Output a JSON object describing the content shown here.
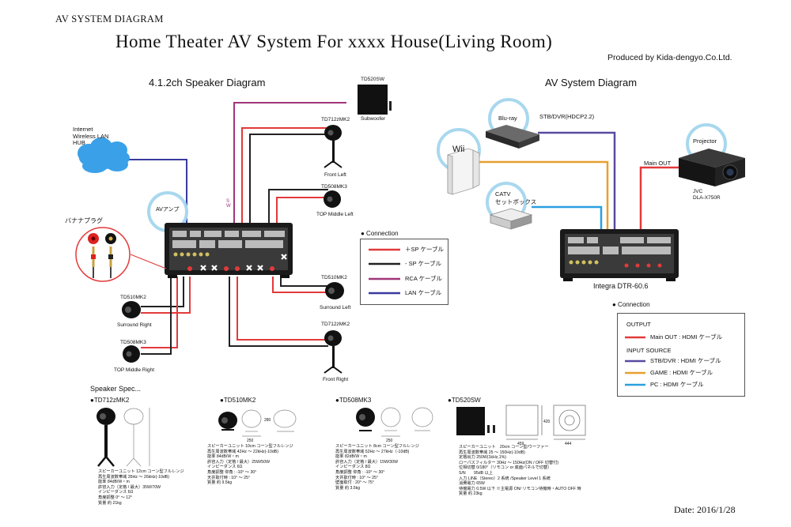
{
  "header": {
    "top_label": "AV SYSTEM DIAGRAM",
    "title": "Home Theater AV System For xxxx House(Living Room)",
    "produced_by": "Produced by Kida-dengyo.Co.Ltd.",
    "date": "Date:  2016/1/28"
  },
  "speaker_diagram": {
    "title": "4.1.2ch  Speaker Diagram",
    "internet": "Internet\nWireless LAN\nHUB",
    "av_amp": "AVアンプ",
    "banana": "バナナプラグ",
    "sw": "SW",
    "speakers": {
      "subwoofer_model": "TD520SW",
      "subwoofer_name": "Subwoofer",
      "front_left_model": "TD712zMK2",
      "front_left_name": "Front Left",
      "top_middle_left_model": "TD508MK3",
      "top_middle_left_name": "TOP Middle Left",
      "surround_left_model": "TD510MK2",
      "surround_left_name": "Surround Left",
      "front_right_model": "TD712zMK2",
      "front_right_name": "Front Right",
      "surround_right_model": "TD510MK2",
      "surround_right_name": "Surround Right",
      "top_middle_right_model": "TD508MK3",
      "top_middle_right_name": "TOP Middle Right"
    },
    "legend": {
      "title": "● Connection",
      "items": [
        {
          "label": "＋SP ケーブル",
          "color": "#e23a3a"
        },
        {
          "label": "- SP ケーブル",
          "color": "#222222"
        },
        {
          "label": "RCA ケーブル",
          "color": "#a0357a"
        },
        {
          "label": "LAN ケーブル",
          "color": "#3a3aa0"
        }
      ]
    }
  },
  "av_diagram": {
    "title": "AV  System Diagram",
    "bluray": "Blu-ray",
    "stb_label": "STB/DVR(HDCP2.2)",
    "wii": "Wii",
    "catv": "CATV\nセットボックス",
    "projector": "Projector",
    "main_out": "Main OUT",
    "projector_model": "JVC\nDLA-X750R",
    "receiver_name": "Integra DTR-60.6",
    "legend": {
      "title": "● Connection",
      "output_header": "OUTPUT",
      "input_header": "INPUT SOURCE",
      "items": [
        {
          "label": "Main OUT : HDMI ケーブル",
          "color": "#e23a3a"
        },
        {
          "label": "STB/DVR : HDMI ケーブル",
          "color": "#5a4aa0"
        },
        {
          "label": "GAME : HDMI ケーブル",
          "color": "#e8a030"
        },
        {
          "label": "PC : HDMI ケーブル",
          "color": "#2aa0e0"
        }
      ]
    }
  },
  "specs": {
    "title": "Speaker Spec...",
    "items": [
      {
        "name": "●TD712zMK2",
        "lines": [
          "スピーカーユニット 12cm コーン型フルレンジ",
          "再生周波数帯域 35Hz ～ 26kHz(-10dB)",
          "能率 84dB/W・m",
          "許容入力（定格 / 最大）35W/70W",
          "インピーダンス 6Ω",
          "角度調整 0° ～ 12°",
          "質量 約 21kg"
        ]
      },
      {
        "name": "●TD510MK2",
        "lines": [
          "スピーカーユニット 10cm コーン型フルレンジ",
          "再生周波数帯域 42Hz ～ 22kHz(-10dB)",
          "能率 84dB/W・m",
          "許容入力（定格 / 最大）25W/50W",
          "インピーダンス 6Ω",
          "角度調整 仰角 : -10° ～ 30°",
          "天井取付時 : 10° ～ 25°",
          "質量 約 9.5kg"
        ]
      },
      {
        "name": "●TD508MK3",
        "lines": [
          "スピーカーユニット 8cm コーン型フルレンジ",
          "再生周波数帯域 52Hz ～ 27kHz（-10dB)",
          "能率 82dB/W・m",
          "許容入力（定格 / 最大）15W/30W",
          "インピーダンス 8Ω",
          "角度調整 仰角 : -10° ～ 30°",
          "天井取付時 : 10° ～ 25°",
          "壁面取付 : 20° ～ 75°",
          "質量 約 3.5kg"
        ]
      },
      {
        "name": "●TD520SW",
        "lines": [
          "スピーカーユニット　20cm コーン型/ウーファー",
          "再生周波数帯域 25 ～ 150Hz(-10dB)",
          "定格出力 250W(1kHz,1%)",
          "ローパスフィルター 30Hz ～ 150Hz(ON / OFF 切替付)",
          "位相切替 0/180°（リモコン or 底面パネルで切替）",
          "S/N　　95dB 以上",
          "入力 LINE（Stereo）2 系統 /Speaker Level 1 系統",
          "消費電力 65W",
          "待機電力 0.5W 以下 ※主電源 ON/ リモコン待機時・AUTO OFF 時",
          "質量 約 23kg"
        ]
      }
    ],
    "dims": [
      "250",
      "280",
      "250",
      "459",
      "420",
      "444"
    ]
  }
}
